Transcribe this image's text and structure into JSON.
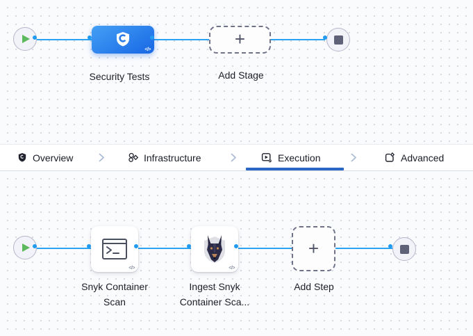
{
  "top_pipeline": {
    "stage_label": "Security Tests",
    "add_stage_label": "Add Stage",
    "code_badge": "</>"
  },
  "tab_bar": {
    "tabs": [
      {
        "label": "Overview",
        "icon": "shield-icon",
        "active": false
      },
      {
        "label": "Infrastructure",
        "icon": "infrastructure-icon",
        "active": false
      },
      {
        "label": "Execution",
        "icon": "execution-icon",
        "active": true
      },
      {
        "label": "Advanced",
        "icon": "advanced-icon",
        "active": false
      }
    ],
    "active_tab": "Execution"
  },
  "bottom_pipeline": {
    "steps": [
      {
        "label": "Snyk Container Scan",
        "icon": "terminal-icon"
      },
      {
        "label": "Ingest Snyk Container Sca...",
        "icon": "snyk-dog-icon"
      }
    ],
    "add_step_label": "Add Step",
    "code_badge": "</>"
  },
  "colors": {
    "connector_blue": "#2aa3f3",
    "stage_gradient_top": "#44a0f5",
    "stage_gradient_bottom": "#1c6ce6",
    "active_tab_underline": "#2a66c4",
    "play_green": "#5cb85c",
    "canvas_bg": "#fafbfd"
  }
}
